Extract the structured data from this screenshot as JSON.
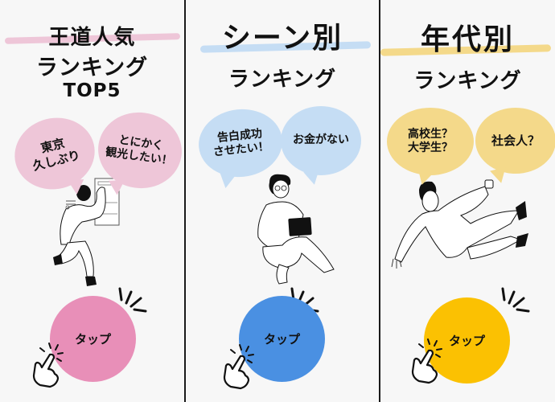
{
  "colors": {
    "background": "#f7f7f7",
    "divider": "#1a1a1a",
    "pink": "#e88fb8",
    "pink_light": "#eec6d8",
    "blue": "#4a90e2",
    "blue_light": "#c5ddf4",
    "yellow": "#fbc102",
    "yellow_light": "#f4d98a"
  },
  "panels": [
    {
      "id": "standard",
      "title_lines": [
        "王道人気",
        "ランキング",
        "TOP5"
      ],
      "bubbles": [
        {
          "lines": [
            "東京",
            "久しぶり"
          ]
        },
        {
          "lines": [
            "とにかく",
            "観光したい！"
          ]
        }
      ],
      "button_label": "タップ",
      "illustration": "person-pointing-at-board"
    },
    {
      "id": "scene",
      "title_lines": [
        "シーン別",
        "ランキング"
      ],
      "bubbles": [
        {
          "lines": [
            "告白成功",
            "させたい！"
          ]
        },
        {
          "lines": [
            "お金がない"
          ]
        }
      ],
      "button_label": "タップ",
      "illustration": "person-sitting-with-tablet"
    },
    {
      "id": "age",
      "title_lines": [
        "年代別",
        "ランキング"
      ],
      "bubbles": [
        {
          "lines": [
            "高校生？",
            "大学生？"
          ]
        },
        {
          "lines": [
            "社会人？"
          ]
        }
      ],
      "button_label": "タップ",
      "illustration": "person-floating-with-cup"
    }
  ]
}
